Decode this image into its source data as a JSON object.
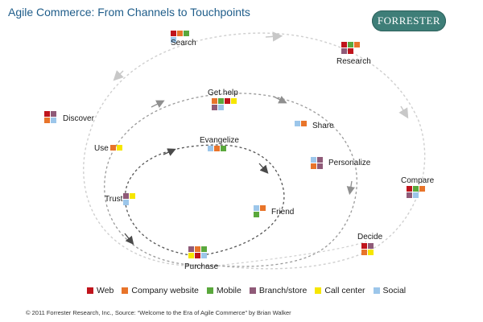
{
  "title": "Agile Commerce: From Channels to Touchpoints",
  "logo_text": "FORRESTER",
  "colors": {
    "Web": "#c0141c",
    "Company website": "#e8742a",
    "Mobile": "#5aa83c",
    "Branch/store": "#8f5a78",
    "Call center": "#f6e600",
    "Social": "#9cc6ea"
  },
  "nodes": [
    {
      "id": "search",
      "label": "Search",
      "channels": [
        "Web",
        "Company website",
        "Mobile",
        "Social"
      ]
    },
    {
      "id": "research",
      "label": "Research",
      "channels": [
        "Web",
        "Mobile",
        "Company website",
        "Branch/store",
        "Web"
      ]
    },
    {
      "id": "discover",
      "label": "Discover",
      "channels": [
        "Web",
        "Branch/store",
        "Company website",
        "Social"
      ]
    },
    {
      "id": "get-help",
      "label": "Get help",
      "channels": [
        "Company website",
        "Mobile",
        "Web",
        "Call center",
        "Branch/store",
        "Social"
      ]
    },
    {
      "id": "share",
      "label": "Share",
      "channels": [
        "Social",
        "Company website"
      ]
    },
    {
      "id": "use",
      "label": "Use",
      "channels": [
        "Company website",
        "Call center"
      ]
    },
    {
      "id": "evangelize",
      "label": "Evangelize",
      "channels": [
        "Social",
        "Company website",
        "Mobile"
      ]
    },
    {
      "id": "personalize",
      "label": "Personalize",
      "channels": [
        "Social",
        "Branch/store",
        "Company website",
        "Branch/store"
      ]
    },
    {
      "id": "compare",
      "label": "Compare",
      "channels": [
        "Web",
        "Mobile",
        "Company website",
        "Branch/store",
        "Social"
      ]
    },
    {
      "id": "trust",
      "label": "Trust",
      "channels": [
        "Branch/store",
        "Call center",
        "Social"
      ]
    },
    {
      "id": "friend",
      "label": "Friend",
      "channels": [
        "Social",
        "Company website",
        "Mobile"
      ]
    },
    {
      "id": "decide",
      "label": "Decide",
      "channels": [
        "Web",
        "Branch/store",
        "Company website",
        "Call center"
      ]
    },
    {
      "id": "purchase",
      "label": "Purchase",
      "channels": [
        "Branch/store",
        "Company website",
        "Mobile",
        "Call center",
        "Web",
        "Social"
      ]
    }
  ],
  "legend": [
    "Web",
    "Company website",
    "Mobile",
    "Branch/store",
    "Call center",
    "Social"
  ],
  "footer": "© 2011 Forrester Research, Inc., Source: “Welcome to the Era of Agile Commerce” by Brian Walker"
}
